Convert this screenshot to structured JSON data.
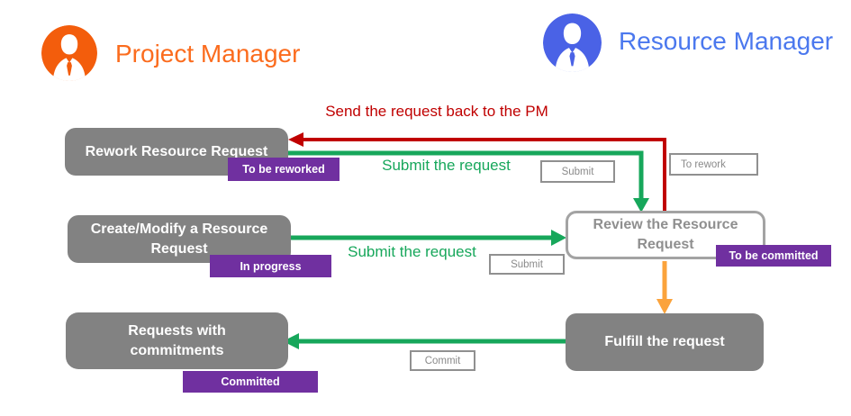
{
  "colors": {
    "pm_orange": "#F35D0C",
    "pm_text": "#FB6C1E",
    "rm_blue": "#4A62E6",
    "rm_text": "#4B78EE",
    "node_gray": "#828282",
    "node_text": "#FFFFFF",
    "review_border": "#A3A3A3",
    "review_text": "#8F8F8F",
    "badge_purple": "#7030A0",
    "badge_text": "#FFFFFF",
    "green": "#17A75B",
    "dark_red": "#C00000",
    "orange_arrow": "#FBA33C",
    "button_border": "#909090",
    "button_text": "#8A8A8A"
  },
  "header": {
    "project_manager": "Project Manager",
    "resource_manager": "Resource Manager"
  },
  "nodes": {
    "rework": "Rework Resource Request",
    "create": "Create/Modify a Resource Request",
    "requests": "Requests with commitments",
    "review": "Review the Resource Request",
    "fulfill": "Fulfill the request"
  },
  "badges": {
    "to_be_reworked": "To be reworked",
    "in_progress": "In progress",
    "committed": "Committed",
    "to_be_committed": "To be committed"
  },
  "buttons": {
    "submit_top": "Submit",
    "to_rework": "To rework",
    "submit_mid": "Submit",
    "commit": "Commit"
  },
  "edge_labels": {
    "send_back": "Send the request back to the PM",
    "submit_top": "Submit the request",
    "submit_mid": "Submit the request"
  }
}
